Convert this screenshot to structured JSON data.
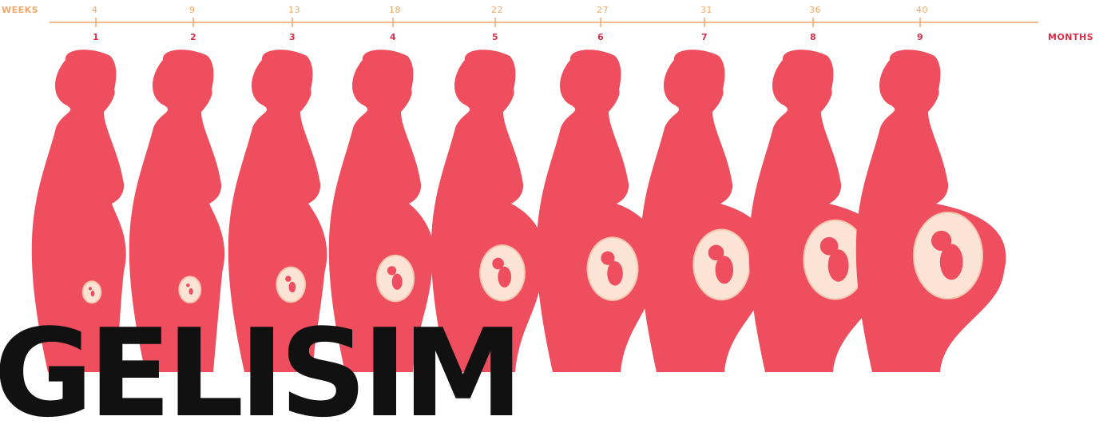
{
  "timeline": {
    "weeks_label": "WEEKS",
    "months_label": "MONTHS",
    "weeks": [
      "4",
      "9",
      "13",
      "18",
      "22",
      "27",
      "31",
      "36",
      "40"
    ],
    "months": [
      "1",
      "2",
      "3",
      "4",
      "5",
      "6",
      "7",
      "8",
      "9"
    ]
  },
  "stages": [
    {
      "month": "1",
      "week": "4",
      "belly": 0.0,
      "fetus": 0.12
    },
    {
      "month": "2",
      "week": "9",
      "belly": 0.02,
      "fetus": 0.18
    },
    {
      "month": "3",
      "week": "13",
      "belly": 0.08,
      "fetus": 0.3
    },
    {
      "month": "4",
      "week": "18",
      "belly": 0.2,
      "fetus": 0.45
    },
    {
      "month": "5",
      "week": "22",
      "belly": 0.35,
      "fetus": 0.58
    },
    {
      "month": "6",
      "week": "27",
      "belly": 0.5,
      "fetus": 0.68
    },
    {
      "month": "7",
      "week": "31",
      "belly": 0.66,
      "fetus": 0.78
    },
    {
      "month": "8",
      "week": "36",
      "belly": 0.82,
      "fetus": 0.9
    },
    {
      "month": "9",
      "week": "40",
      "belly": 1.0,
      "fetus": 1.0
    }
  ],
  "overlay_text": "GELISIM",
  "colors": {
    "silhouette": "#ee4e5d",
    "womb": "#fbe4d6",
    "womb_rim": "#f6c7b0",
    "fetus": "#ee4e5d",
    "week_text": "#f2a76a",
    "month_text": "#d9304a",
    "timeline_line": "#f2a76a"
  }
}
